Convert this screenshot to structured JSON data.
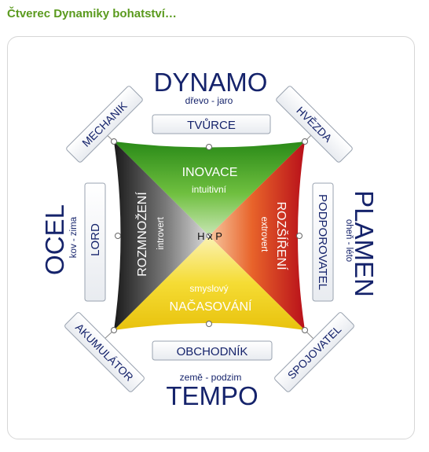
{
  "heading": "Čtverec Dynamiky bohatství…",
  "dynamics": {
    "top": {
      "name": "DYNAMO",
      "sub": "dřevo - jaro"
    },
    "right": {
      "name": "PLAMEN",
      "sub": "oheň - léto"
    },
    "bottom": {
      "name": "TEMPO",
      "sub": "země - podzim"
    },
    "left": {
      "name": "OCEL",
      "sub": "kov - zima"
    }
  },
  "profiles": {
    "tvurce": "TVŮRCE",
    "podporovatel": "PODPOROVATEL",
    "obchodnik": "OBCHODNÍK",
    "lord": "LORD",
    "mechanik": "MECHANIK",
    "hvezda": "HVĚZDA",
    "spojovatel": "SPOJOVATEL",
    "akumulator": "AKUMULÁTOR"
  },
  "quadrants": {
    "top": {
      "title": "INOVACE",
      "sub": "intuitivní"
    },
    "right": {
      "title": "ROZŠÍŘENÍ",
      "sub": "extrovert"
    },
    "bottom": {
      "title": "NAČASOVÁNÍ",
      "sub": "smyslový"
    },
    "left": {
      "title": "ROZMNOŽENÍ",
      "sub": "introvert"
    }
  },
  "center_label": "H x P",
  "colors": {
    "green": "#2e8b1e",
    "red": "#c0161b",
    "yellow": "#f2d21a",
    "black": "#1a1a1a",
    "navy": "#15236b",
    "heading": "#5a9a1e"
  }
}
